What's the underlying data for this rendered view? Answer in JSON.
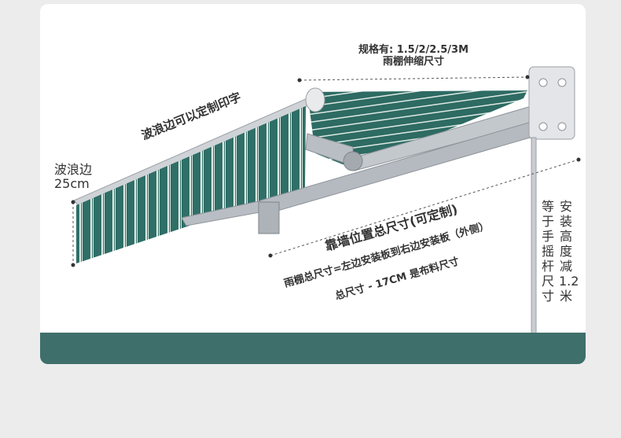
{
  "colors": {
    "background": "#ececec",
    "card": "#ffffff",
    "band": "#3f6f6b",
    "fabric_green": "#2f6f67",
    "fabric_stripe": "#e6efe9",
    "metal": "#b9bec4"
  },
  "labels": {
    "spec_line1": "规格有: 1.5/2/2.5/3M",
    "spec_line2": "雨棚伸缩尺寸",
    "wave_print": "波浪边可以定制印字",
    "wave_name": "波浪边",
    "wave_size": "25cm",
    "wall_total": "靠墙位置总尺寸(可定制)",
    "formula_line1": "雨棚总尺寸=左边安装板到右边安装板（外侧）",
    "formula_line2": "总尺寸 - 17CM 是布料尺寸",
    "install_col1": "安装高度减1.2米",
    "install_col2": "等于手摇杆尺寸"
  }
}
